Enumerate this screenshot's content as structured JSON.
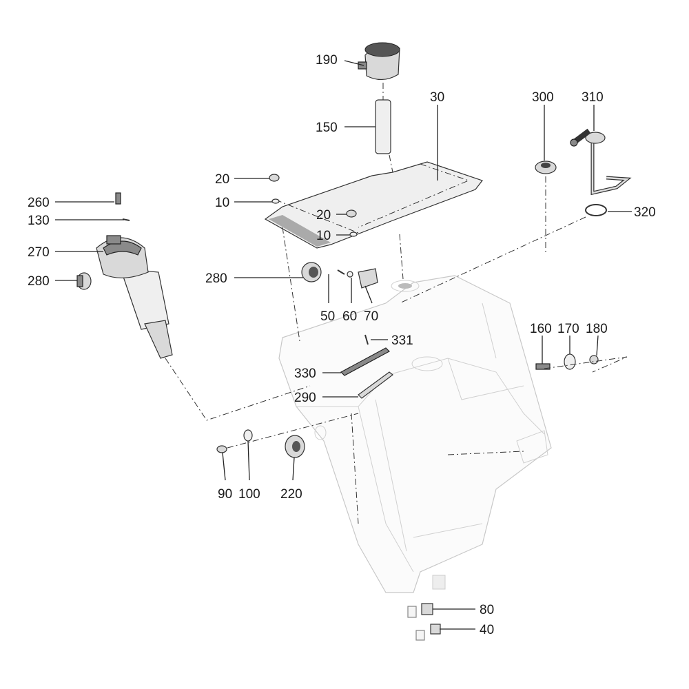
{
  "diagram": {
    "type": "exploded-parts-view",
    "part_labels": {
      "p190": "190",
      "p150": "150",
      "p30": "30",
      "p300": "300",
      "p310": "310",
      "p20a": "20",
      "p10a": "10",
      "p20b": "20",
      "p10b": "10",
      "p320": "320",
      "p260": "260",
      "p130": "130",
      "p270": "270",
      "p280a": "280",
      "p280b": "280",
      "p50": "50",
      "p60": "60",
      "p70": "70",
      "p331": "331",
      "p330": "330",
      "p290": "290",
      "p160": "160",
      "p170": "170",
      "p180": "180",
      "p90": "90",
      "p100": "100",
      "p220": "220",
      "p80": "80",
      "p40": "40"
    }
  }
}
